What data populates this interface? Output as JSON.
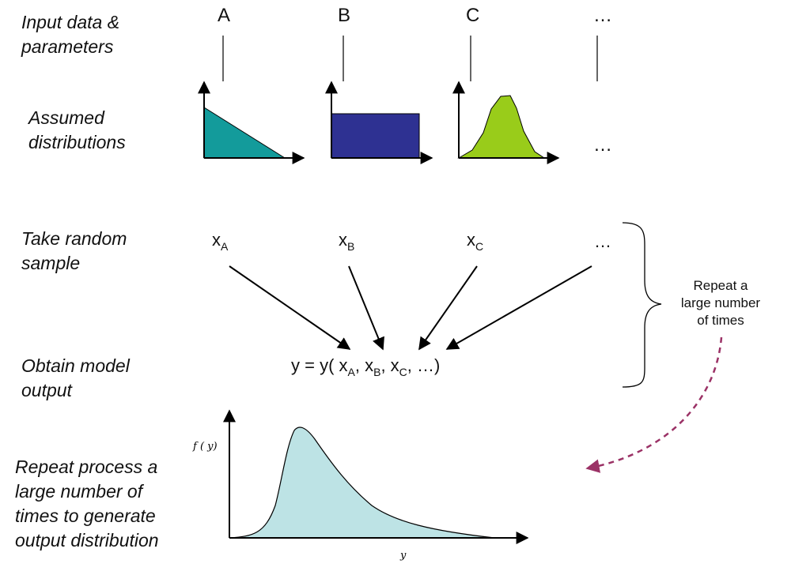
{
  "stages": {
    "input": [
      "Input data &",
      "parameters"
    ],
    "assumed": [
      "Assumed",
      "distributions"
    ],
    "sample": [
      "Take random",
      "sample"
    ],
    "model": [
      "Obtain model",
      "output"
    ],
    "repeat_process": [
      "Repeat process a",
      "large number of",
      "times to generate",
      "output distribution"
    ]
  },
  "columns": [
    "A",
    "B",
    "C",
    "…"
  ],
  "dist_ellipsis": "…",
  "samples": {
    "a_base": "x",
    "a_sub": "A",
    "b_base": "x",
    "b_sub": "B",
    "c_base": "x",
    "c_sub": "C",
    "ellipsis": "…"
  },
  "formula": {
    "prefix": "y = y( x",
    "sub_a": "A",
    "sep1": ", x",
    "sub_b": "B",
    "sep2": ", x",
    "sub_c": "C",
    "suffix": ", …)"
  },
  "repeat_note": [
    "Repeat a",
    "large number",
    "of times"
  ],
  "output_chart": {
    "ylabel": "f ( y)",
    "xlabel": "y"
  },
  "colors": {
    "dist_a": "#139b9b",
    "dist_b": "#2e3192",
    "dist_c": "#99cc1a",
    "output_fill": "#bde3e5",
    "dashed_arrow": "#9b3266",
    "line": "#000000"
  }
}
